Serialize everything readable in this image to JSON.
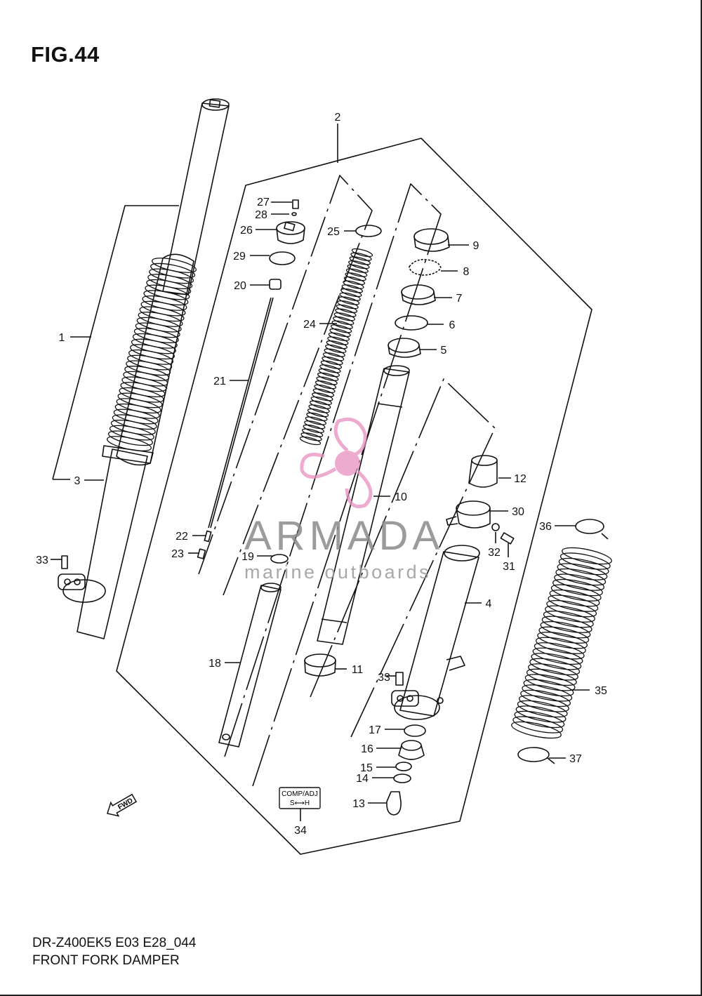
{
  "figure": {
    "title": "FIG.44",
    "code": "DR-Z400EK5 E03 E28_044",
    "name": "FRONT FORK DAMPER"
  },
  "parts": [
    {
      "ref": "1"
    },
    {
      "ref": "2"
    },
    {
      "ref": "3"
    },
    {
      "ref": "4"
    },
    {
      "ref": "5"
    },
    {
      "ref": "6"
    },
    {
      "ref": "7"
    },
    {
      "ref": "8"
    },
    {
      "ref": "9"
    },
    {
      "ref": "10"
    },
    {
      "ref": "11"
    },
    {
      "ref": "12"
    },
    {
      "ref": "13"
    },
    {
      "ref": "14"
    },
    {
      "ref": "15"
    },
    {
      "ref": "16"
    },
    {
      "ref": "17"
    },
    {
      "ref": "18"
    },
    {
      "ref": "19"
    },
    {
      "ref": "20"
    },
    {
      "ref": "21"
    },
    {
      "ref": "22"
    },
    {
      "ref": "23"
    },
    {
      "ref": "24"
    },
    {
      "ref": "25"
    },
    {
      "ref": "26"
    },
    {
      "ref": "27"
    },
    {
      "ref": "28"
    },
    {
      "ref": "29"
    },
    {
      "ref": "30"
    },
    {
      "ref": "31"
    },
    {
      "ref": "32"
    },
    {
      "ref": "33"
    },
    {
      "ref": "34"
    },
    {
      "ref": "35"
    },
    {
      "ref": "36"
    },
    {
      "ref": "37"
    }
  ],
  "extra_callout": "33",
  "adjuster_label": {
    "line1": "COMP/ADJ",
    "line2": "S⟷H"
  },
  "direction_arrow": "FWD",
  "watermark": {
    "word": "ARMADA",
    "tagline": "marine outboards",
    "logo_color": "#e88fc0"
  },
  "line_color": "#111111"
}
